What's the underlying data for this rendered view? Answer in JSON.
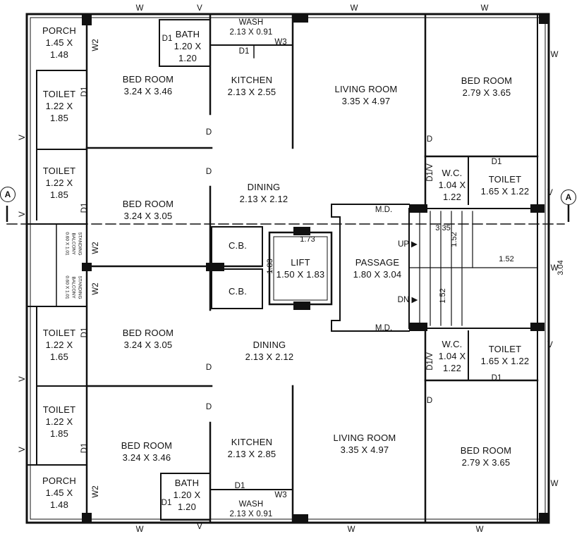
{
  "rooms": {
    "porch_top": {
      "name": "PORCH",
      "size": "1.45 X\n1.48"
    },
    "bed_top_left": {
      "name": "BED ROOM",
      "size": "3.24 X 3.46"
    },
    "bath_top": {
      "name": "BATH",
      "size": "1.20 X\n1.20"
    },
    "wash_top": {
      "name": "WASH",
      "size": "2.13 X 0.91"
    },
    "kitchen_top": {
      "name": "KITCHEN",
      "size": "2.13 X 2.55"
    },
    "living_top": {
      "name": "LIVING ROOM",
      "size": "3.35 X 4.97"
    },
    "bed_top_right": {
      "name": "BED ROOM",
      "size": "2.79 X 3.65"
    },
    "toilet_1": {
      "name": "TOILET",
      "size": "1.22 X\n1.85"
    },
    "toilet_2": {
      "name": "TOILET",
      "size": "1.22 X\n1.85"
    },
    "bed_mid_top": {
      "name": "BED ROOM",
      "size": "3.24 X 3.05"
    },
    "dining_top": {
      "name": "DINING",
      "size": "2.13 X 2.12"
    },
    "wc_top": {
      "name": "W.C.",
      "size": "1.04 X\n1.22"
    },
    "toilet_top_right": {
      "name": "TOILET",
      "size": "1.65 X 1.22"
    },
    "cb_1": {
      "name": "C.B."
    },
    "cb_2": {
      "name": "C.B."
    },
    "lift": {
      "name": "LIFT",
      "size": "1.50 X 1.83"
    },
    "passage": {
      "name": "PASSAGE",
      "size": "1.80 X 3.04"
    },
    "bed_mid_bottom": {
      "name": "BED ROOM",
      "size": "3.24 X 3.05"
    },
    "dining_bottom": {
      "name": "DINING",
      "size": "2.13 X 2.12"
    },
    "wc_bottom": {
      "name": "W.C.",
      "size": "1.04 X\n1.22"
    },
    "toilet_bottom_right": {
      "name": "TOILET",
      "size": "1.65 X 1.22"
    },
    "toilet_3": {
      "name": "TOILET",
      "size": "1.22 X\n1.65"
    },
    "toilet_4": {
      "name": "TOILET",
      "size": "1.22 X\n1.85"
    },
    "bed_bottom_left": {
      "name": "BED ROOM",
      "size": "3.24 X 3.46"
    },
    "kitchen_bottom": {
      "name": "KITCHEN",
      "size": "2.13 X 2.85"
    },
    "living_bottom": {
      "name": "LIVING ROOM",
      "size": "3.35 X 4.97"
    },
    "bed_bottom_right": {
      "name": "BED ROOM",
      "size": "2.79 X 3.65"
    },
    "porch_bottom": {
      "name": "PORCH",
      "size": "1.45 X\n1.48"
    },
    "bath_bottom": {
      "name": "BATH",
      "size": "1.20 X\n1.20"
    },
    "wash_bottom": {
      "name": "WASH",
      "size": "2.13 X 0.91"
    }
  },
  "marks": {
    "window": "W",
    "window_2": "W2",
    "window_3": "W3",
    "ventilator": "V",
    "door": "D",
    "door_1": "D1",
    "door_1v": "D1/V",
    "main_door": "M.D.",
    "stair_up": "UP",
    "stair_down": "DN",
    "section": "A"
  },
  "dimensions": {
    "lift_width": "1.73",
    "lift_depth": "1.83",
    "stair_a": "3.35",
    "stair_b": "1.52",
    "stair_c": "1.52",
    "stair_d": "1.52",
    "stair_e": "3.04"
  },
  "balcony": {
    "text_1": "STANDING",
    "text_2": "BALCONY",
    "text_3": "0.60 X 1.01"
  },
  "colors": {
    "line": "#111111",
    "paper": "#ffffff"
  }
}
